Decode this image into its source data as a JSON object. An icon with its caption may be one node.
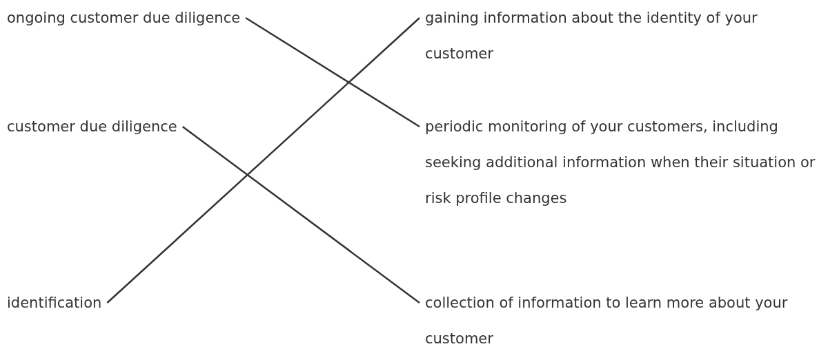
{
  "diagram": {
    "nodes": [
      {
        "text": [
          "ongoing customer due diligence"
        ]
      },
      {
        "text": [
          "gaining information about the identity of your customer"
        ]
      },
      {
        "text": [
          "customer due diligence"
        ]
      },
      {
        "text": [
          "periodic monitoring of your customers, including seeking additional information when their situation or risk profile changes"
        ]
      },
      {
        "text": [
          "identification"
        ]
      },
      {
        "text": [
          "collection of information to learn more about your customer"
        ]
      }
    ],
    "edges": [
      {
        "from": 0,
        "to": 3,
        "arrow": "none"
      },
      {
        "from": 2,
        "to": 5,
        "arrow": "none"
      },
      {
        "from": 4,
        "to": 1,
        "arrow": "none"
      }
    ]
  }
}
